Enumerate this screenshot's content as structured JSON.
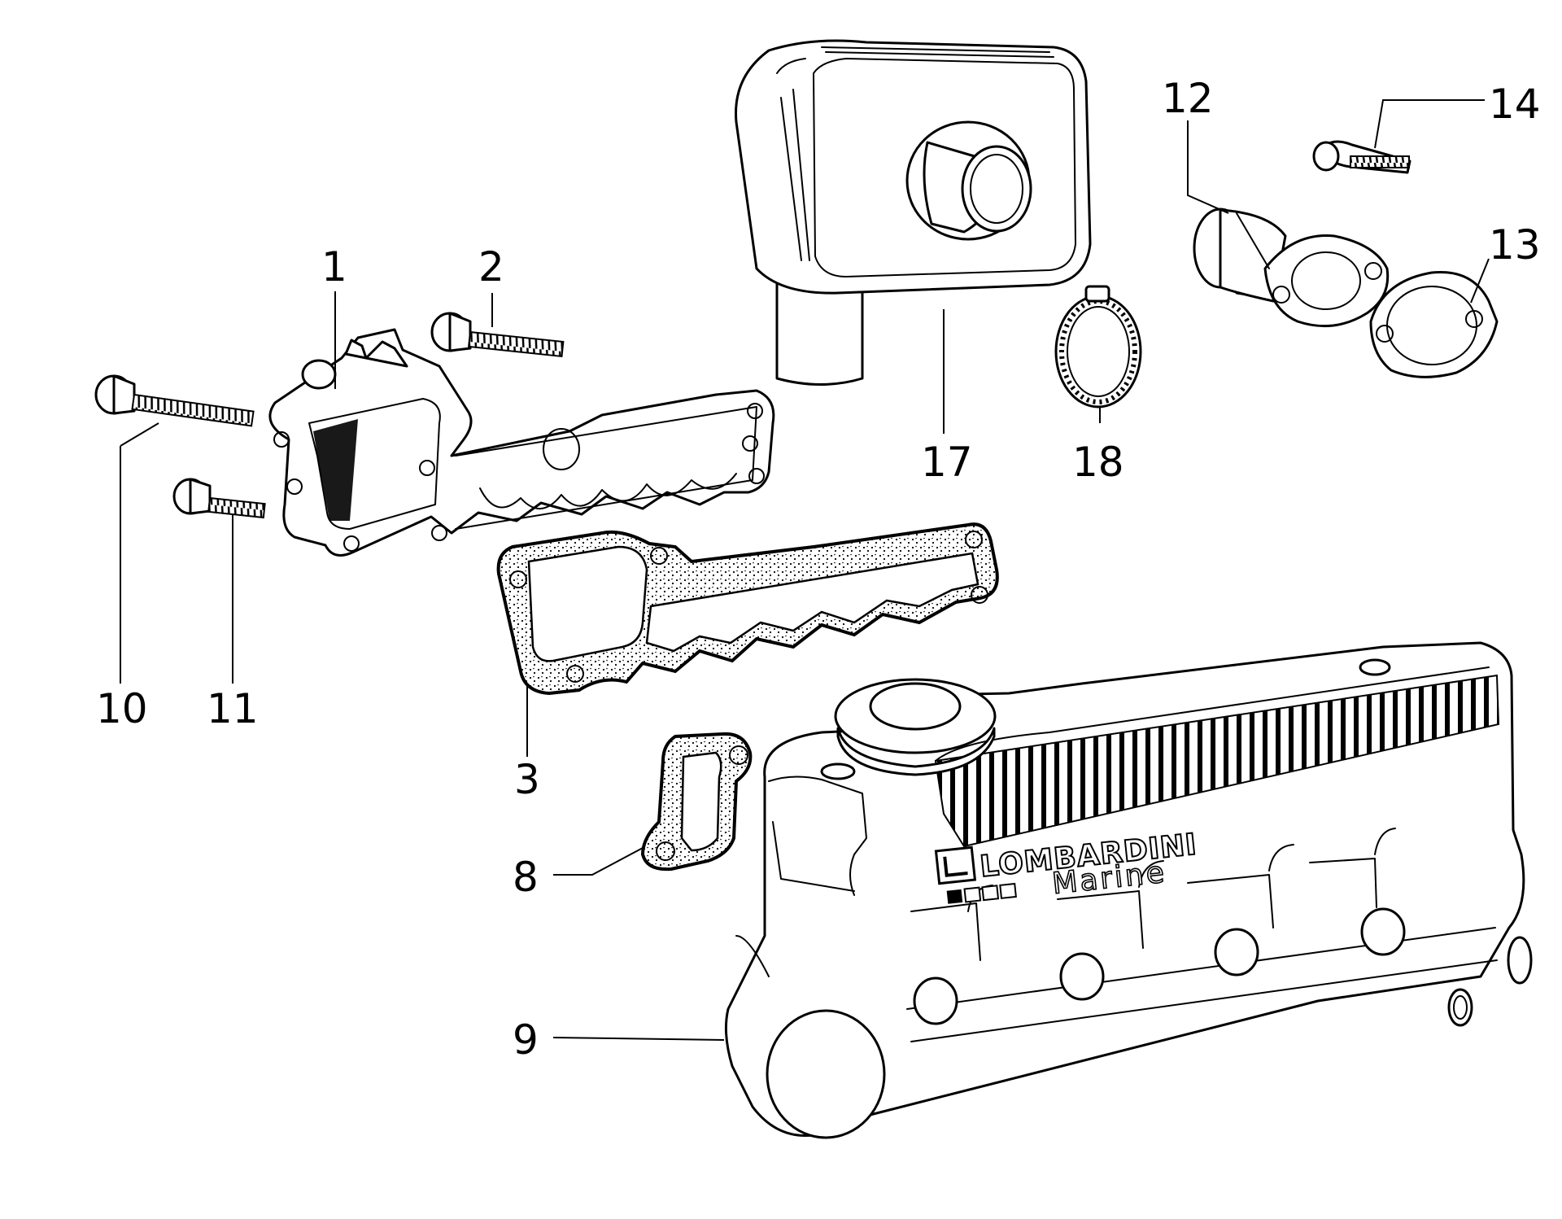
{
  "diagram": {
    "type": "exploded parts diagram",
    "callouts": [
      {
        "id": "c1",
        "label": "1",
        "part": "thermostat-housing"
      },
      {
        "id": "c2",
        "label": "2",
        "part": "long-screw"
      },
      {
        "id": "c3",
        "label": "3",
        "part": "housing-gasket"
      },
      {
        "id": "c8",
        "label": "8",
        "part": "small-gasket"
      },
      {
        "id": "c9",
        "label": "9",
        "part": "exhaust-manifold"
      },
      {
        "id": "c10",
        "label": "10",
        "part": "long-screw-left"
      },
      {
        "id": "c11",
        "label": "11",
        "part": "short-screw"
      },
      {
        "id": "c12",
        "label": "12",
        "part": "hose-elbow"
      },
      {
        "id": "c13",
        "label": "13",
        "part": "elbow-gasket"
      },
      {
        "id": "c14",
        "label": "14",
        "part": "elbow-screw"
      },
      {
        "id": "c17",
        "label": "17",
        "part": "filter-box"
      },
      {
        "id": "c18",
        "label": "18",
        "part": "hose-clamp"
      }
    ],
    "manifold_marking": {
      "brand": "LOMBARDINI",
      "line2": "Marine"
    }
  },
  "colors": {
    "ink": "#000000",
    "paper": "#ffffff"
  }
}
